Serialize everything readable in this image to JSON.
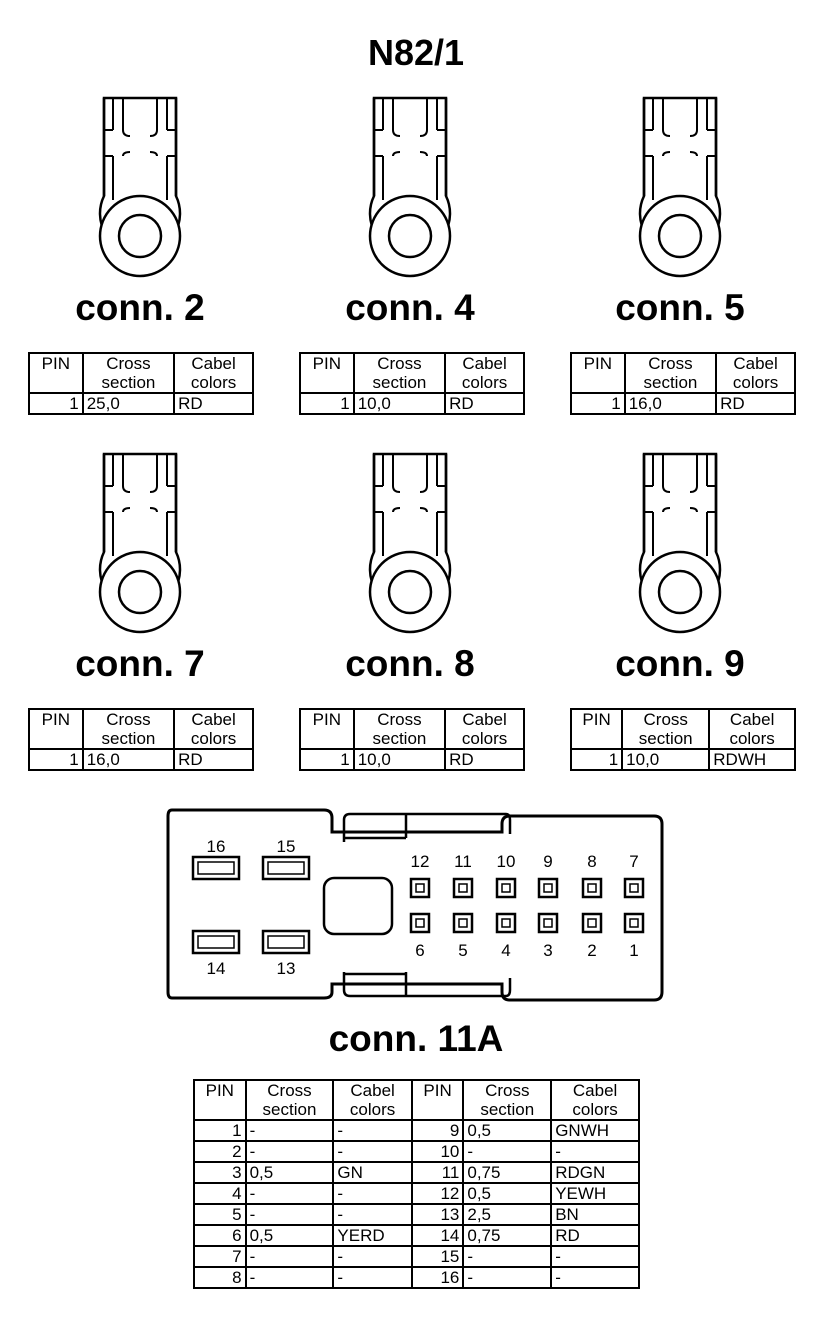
{
  "title": "N82/1",
  "headers": {
    "pin": "PIN",
    "cross_1": "Cross",
    "cross_2": "section",
    "color_1": "Cabel",
    "color_2": "colors"
  },
  "connectors": [
    {
      "label": "conn. 2",
      "pin": "1",
      "cross": "25,0",
      "color": "RD"
    },
    {
      "label": "conn. 4",
      "pin": "1",
      "cross": "10,0",
      "color": "RD"
    },
    {
      "label": "conn. 5",
      "pin": "1",
      "cross": "16,0",
      "color": "RD"
    },
    {
      "label": "conn. 7",
      "pin": "1",
      "cross": "16,0",
      "color": "RD"
    },
    {
      "label": "conn. 8",
      "pin": "1",
      "cross": "10,0",
      "color": "RD"
    },
    {
      "label": "conn. 9",
      "pin": "1",
      "cross": "10,0",
      "color": "RDWH"
    }
  ],
  "conn11a": {
    "label": "conn. 11A",
    "large_pins": [
      "16",
      "15",
      "14",
      "13"
    ],
    "top_pins": [
      "12",
      "11",
      "10",
      "9",
      "8",
      "7"
    ],
    "bottom_pins": [
      "6",
      "5",
      "4",
      "3",
      "2",
      "1"
    ],
    "rows": [
      {
        "pin": "1",
        "cross": "-",
        "color": "-",
        "pin2": "9",
        "cross2": "0,5",
        "color2": "GNWH"
      },
      {
        "pin": "2",
        "cross": "-",
        "color": "-",
        "pin2": "10",
        "cross2": "-",
        "color2": "-"
      },
      {
        "pin": "3",
        "cross": "0,5",
        "color": "GN",
        "pin2": "11",
        "cross2": "0,75",
        "color2": "RDGN"
      },
      {
        "pin": "4",
        "cross": "-",
        "color": "-",
        "pin2": "12",
        "cross2": "0,5",
        "color2": "YEWH"
      },
      {
        "pin": "5",
        "cross": "-",
        "color": "-",
        "pin2": "13",
        "cross2": "2,5",
        "color2": "BN"
      },
      {
        "pin": "6",
        "cross": "0,5",
        "color": "YERD",
        "pin2": "14",
        "cross2": "0,75",
        "color2": "RD"
      },
      {
        "pin": "7",
        "cross": "-",
        "color": "-",
        "pin2": "15",
        "cross2": "-",
        "color2": "-"
      },
      {
        "pin": "8",
        "cross": "-",
        "color": "-",
        "pin2": "16",
        "cross2": "-",
        "color2": "-"
      }
    ]
  }
}
